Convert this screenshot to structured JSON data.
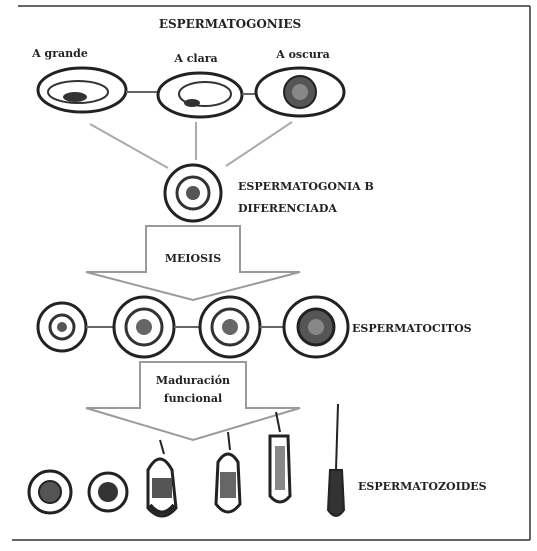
{
  "diagram": {
    "title": "ESPERMATOGONIES",
    "spermatogonia_types": [
      "A grande",
      "A clara",
      "A oscura"
    ],
    "differentiated_label_line1": "ESPERMATOGONIA B",
    "differentiated_label_line2": "DIFERENCIADA",
    "meiosis_label": "MEIOSIS",
    "spermatocytes_label": "ESPERMATOCITOS",
    "maturation_label_line1": "Maduración",
    "maturation_label_line2": "funcional",
    "spermatozoa_label": "ESPERMATOZOIDES"
  },
  "colors": {
    "ink": "#222222",
    "arrow_fill": "#ffffff",
    "arrow_stroke": "#9a9a9a",
    "nucleus": "#555555"
  }
}
